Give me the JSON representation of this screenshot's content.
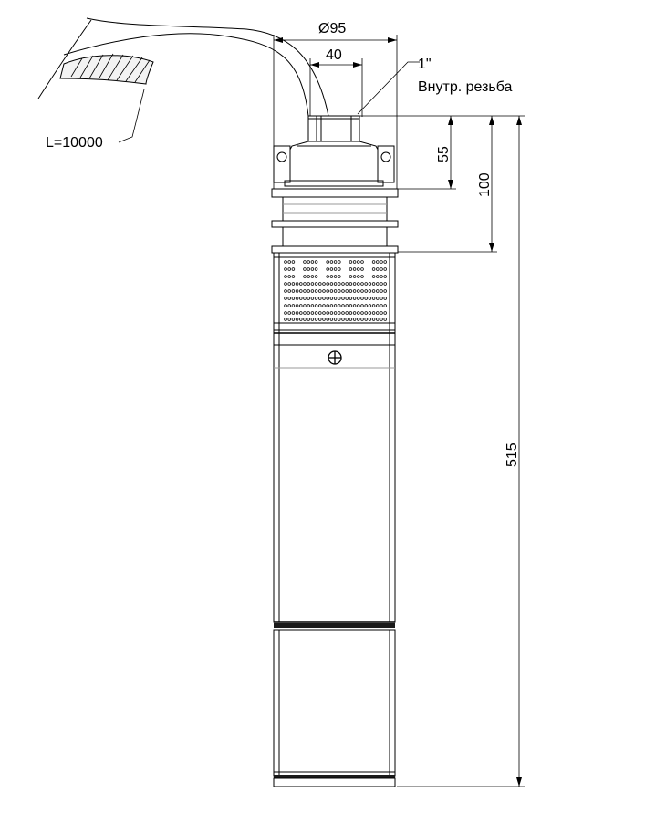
{
  "dimensions": {
    "diameter": "Ø95",
    "outlet_width": "40",
    "head_height": "55",
    "top_section_height": "100",
    "total_length": "515",
    "cable_length": "L=10000"
  },
  "thread": {
    "size": "1\"",
    "type": "Внутр. резьба"
  }
}
